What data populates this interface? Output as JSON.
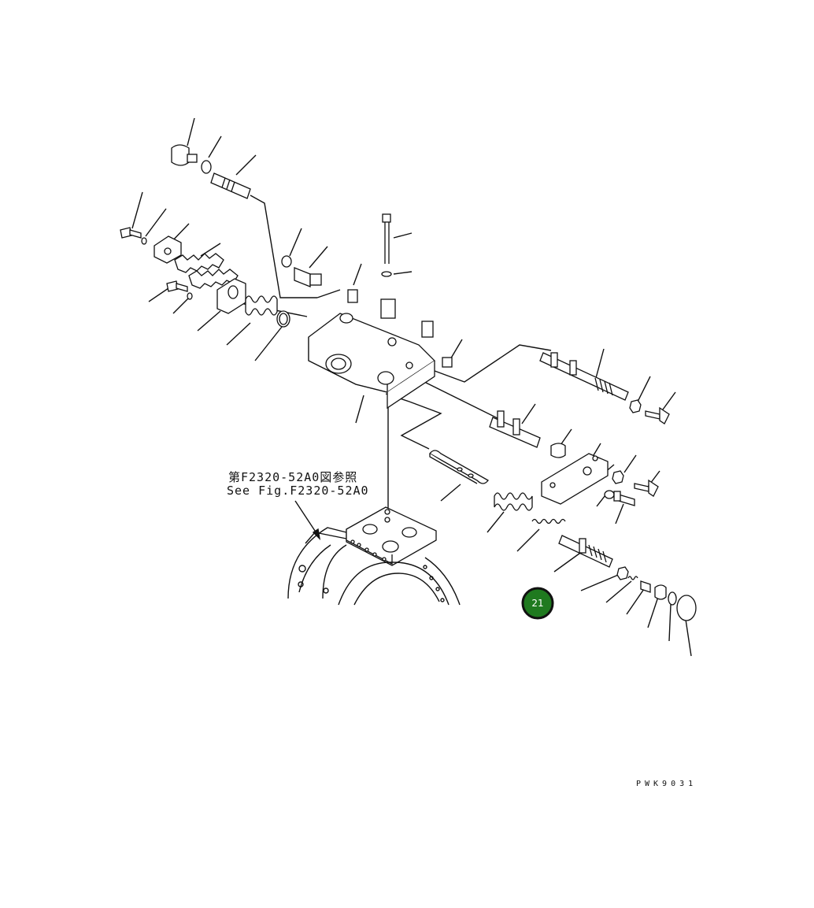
{
  "diagram": {
    "reference_line_jp": "第F2320-52A0図参照",
    "reference_line_en": "See Fig.F2320-52A0",
    "drawing_code": "PWK9031",
    "callout": {
      "number": "21",
      "color": "#1f7a1f",
      "border_color": "#111111"
    },
    "line_color": "#111111",
    "background_color": "#ffffff"
  }
}
